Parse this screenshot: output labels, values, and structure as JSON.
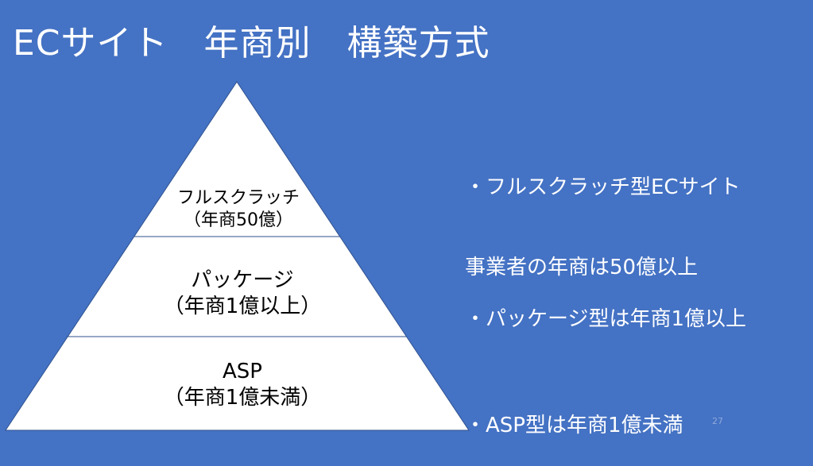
{
  "slide": {
    "title": "ECサイト　年商別　構築方式",
    "page_number": "27",
    "background_color": "#4472c4"
  },
  "pyramid": {
    "tiers": [
      {
        "name": "フルスクラッチ",
        "revenue": "（年商50億）"
      },
      {
        "name": "パッケージ",
        "revenue": "（年商1億以上）"
      },
      {
        "name": "ASP",
        "revenue": "（年商1億未満）"
      }
    ]
  },
  "bullets": [
    {
      "line1": "・フルスクラッチ型ECサイト",
      "line2": "事業者の年商は50億以上"
    },
    {
      "line1": "・パッケージ型は年商1億以上"
    },
    {
      "line1": "・ASP型は年商1億未満"
    }
  ]
}
